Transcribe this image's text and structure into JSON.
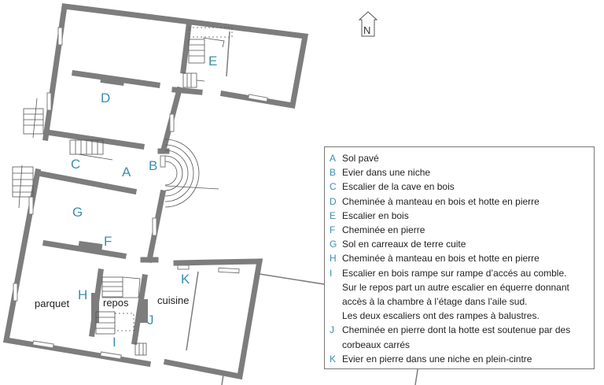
{
  "north_label": "N",
  "plan_labels": {
    "A": "A",
    "B": "B",
    "C": "C",
    "D": "D",
    "E": "E",
    "F": "F",
    "G": "G",
    "H": "H",
    "I": "I",
    "J": "J",
    "K": "K"
  },
  "room_labels": {
    "parquet": "parquet",
    "repos": "repos",
    "cuisine": "cuisine"
  },
  "legend": [
    {
      "key": "A",
      "text": "Sol pavé"
    },
    {
      "key": "B",
      "text": "Evier dans une niche"
    },
    {
      "key": "C",
      "text": "Escalier de la cave en bois"
    },
    {
      "key": "D",
      "text": "Cheminée à manteau en bois et hotte en pierre"
    },
    {
      "key": "E",
      "text": "Escalier en bois"
    },
    {
      "key": "F",
      "text": "Cheminée en pierre"
    },
    {
      "key": "G",
      "text": "Sol en carreaux de terre cuite"
    },
    {
      "key": "H",
      "text": "Cheminée à manteau en bois et hotte en pierre"
    },
    {
      "key": "I",
      "text": "Escalier en bois rampe sur rampe d’accés au comble.\nSur le repos part un autre escalier en équerre donnant accès à la chambre à l’étage dans l’aile sud.\nLes deux escaliers ont des rampes à balustres."
    },
    {
      "key": "J",
      "text": "Cheminée en pierre dont la hotte est soutenue par des corbeaux carrés"
    },
    {
      "key": "K",
      "text": "Evier en pierre dans une niche en plein-cintre"
    }
  ],
  "colors": {
    "wall": "#7d7d7d",
    "label": "#3a8fb0"
  }
}
